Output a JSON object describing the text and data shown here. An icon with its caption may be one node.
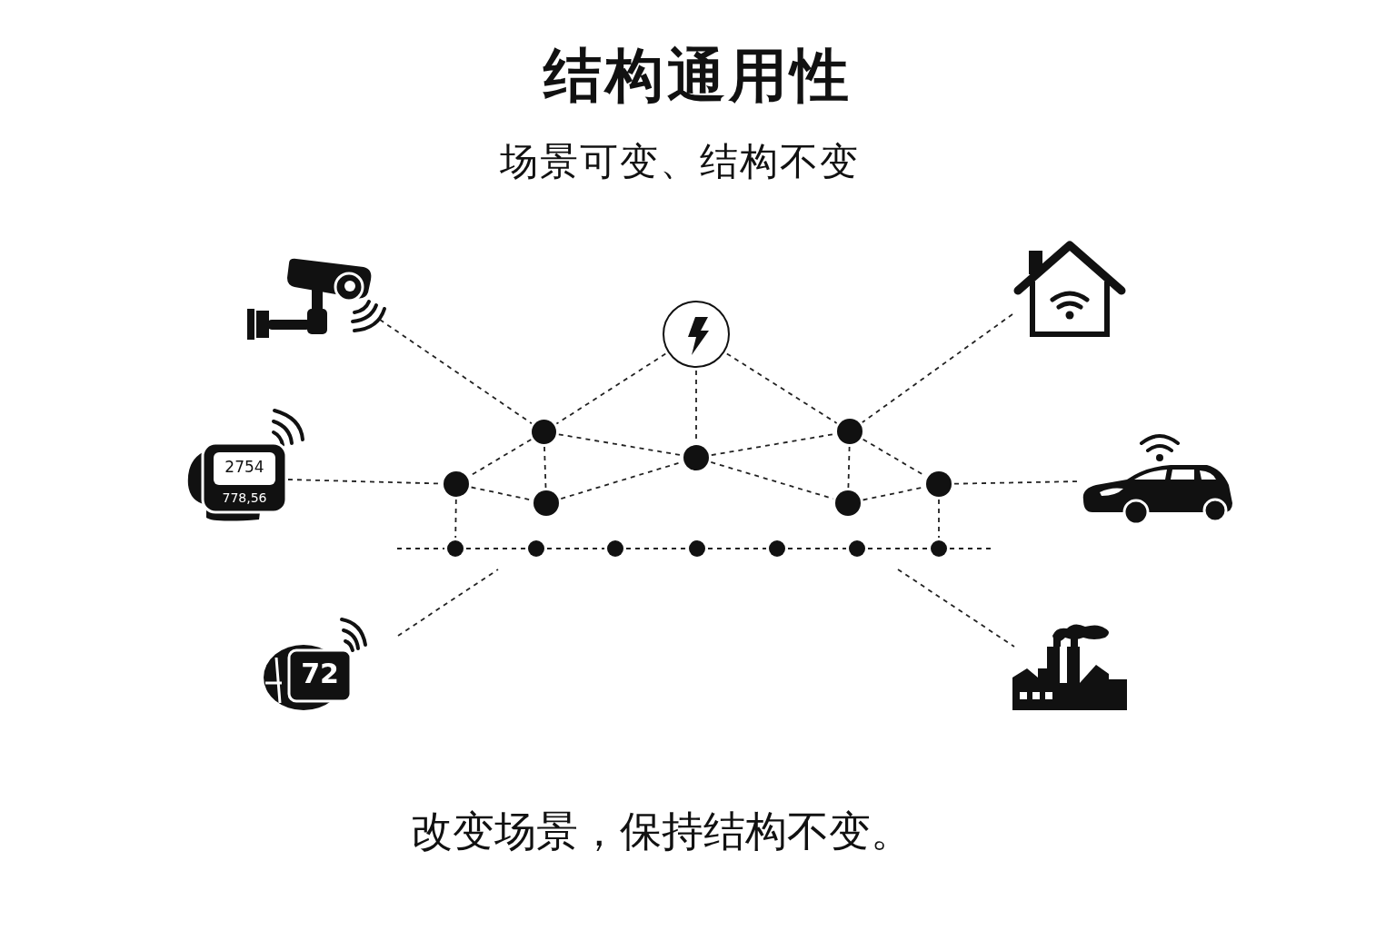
{
  "diagram": {
    "title": "结构通用性",
    "caption": "改变场景，保持结构不变。",
    "nodes": [
      {
        "text": [],
        "shape": "picture"
      },
      {
        "text": [],
        "shape": "circle"
      },
      {
        "text": [],
        "shape": "picture"
      },
      {
        "text": [
          "2754",
          "778,56"
        ]
      },
      {
        "text": [],
        "shape": "picture"
      },
      {
        "text": [
          "72"
        ]
      },
      {
        "text": [],
        "shape": "picture"
      },
      {
        "text": [],
        "shape": "circle"
      },
      {
        "text": [],
        "shape": "circle"
      },
      {
        "text": [],
        "shape": "circle"
      },
      {
        "text": [],
        "shape": "circle"
      },
      {
        "text": [],
        "shape": "circle"
      },
      {
        "text": [],
        "shape": "circle"
      },
      {
        "text": [],
        "shape": "circle"
      },
      {
        "text": [],
        "shape": "circle"
      },
      {
        "text": [],
        "shape": "circle"
      },
      {
        "text": [],
        "shape": "circle"
      },
      {
        "text": [],
        "shape": "circle"
      },
      {
        "text": [],
        "shape": "circle"
      },
      {
        "text": [],
        "shape": "circle"
      },
      {
        "text": [],
        "shape": "circle"
      }
    ],
    "edges": [
      {
        "from": 0,
        "to": 7,
        "arrow": "none",
        "style": "dashed"
      },
      {
        "from": 1,
        "to": 7,
        "arrow": "none",
        "style": "dashed"
      },
      {
        "from": 1,
        "to": 8,
        "arrow": "none",
        "style": "dashed"
      },
      {
        "from": 1,
        "to": 9,
        "arrow": "none",
        "style": "dashed"
      },
      {
        "from": 2,
        "to": 9,
        "arrow": "none",
        "style": "dashed"
      },
      {
        "from": 7,
        "to": 8,
        "arrow": "none",
        "style": "dashed"
      },
      {
        "from": 7,
        "to": 10,
        "arrow": "none",
        "style": "dashed"
      },
      {
        "from": 7,
        "to": 11,
        "arrow": "none",
        "style": "dashed"
      },
      {
        "from": 10,
        "to": 11,
        "arrow": "none",
        "style": "dashed"
      },
      {
        "from": 11,
        "to": 8,
        "arrow": "none",
        "style": "dashed"
      },
      {
        "from": 8,
        "to": 9,
        "arrow": "none",
        "style": "dashed"
      },
      {
        "from": 8,
        "to": 12,
        "arrow": "none",
        "style": "dashed"
      },
      {
        "from": 9,
        "to": 12,
        "arrow": "none",
        "style": "dashed"
      },
      {
        "from": 9,
        "to": 13,
        "arrow": "none",
        "style": "dashed"
      },
      {
        "from": 12,
        "to": 13,
        "arrow": "none",
        "style": "dashed"
      },
      {
        "from": 3,
        "to": 10,
        "arrow": "none",
        "style": "dashed"
      },
      {
        "from": 13,
        "to": 4,
        "arrow": "none",
        "style": "dashed"
      },
      {
        "from": 10,
        "to": 14,
        "arrow": "none",
        "style": "dashed"
      },
      {
        "from": 13,
        "to": 20,
        "arrow": "none",
        "style": "dashed"
      },
      {
        "from": null,
        "to": 14,
        "arrow": "none",
        "style": "dashed"
      },
      {
        "from": 14,
        "to": 15,
        "arrow": "none",
        "style": "dashed"
      },
      {
        "from": 15,
        "to": 16,
        "arrow": "none",
        "style": "dashed"
      },
      {
        "from": 16,
        "to": 17,
        "arrow": "none",
        "style": "dashed"
      },
      {
        "from": 17,
        "to": 18,
        "arrow": "none",
        "style": "dashed"
      },
      {
        "from": 18,
        "to": 19,
        "arrow": "none",
        "style": "dashed"
      },
      {
        "from": 19,
        "to": 20,
        "arrow": "none",
        "style": "dashed"
      },
      {
        "from": 20,
        "to": null,
        "arrow": "none",
        "style": "dashed"
      },
      {
        "from": 5,
        "to": null,
        "arrow": "none",
        "style": "dashed"
      },
      {
        "from": null,
        "to": 6,
        "arrow": "none",
        "style": "dashed"
      }
    ],
    "labels": [
      "场景可变、结构不变"
    ]
  }
}
